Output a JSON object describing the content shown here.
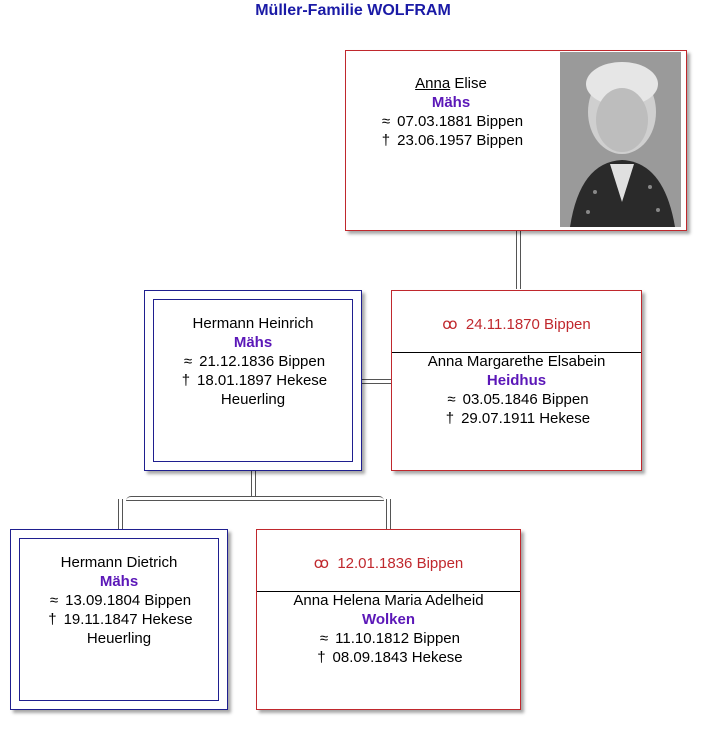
{
  "title": "Müller-Familie WOLFRAM",
  "person_top": {
    "given1": "Anna",
    "given2": "Elise",
    "surname": "Mähs",
    "birth_symbol": "≈",
    "birth": "07.03.1881 Bippen",
    "death_symbol": "†",
    "death": "23.06.1957 Bippen",
    "photo_icon": "portrait-photo"
  },
  "father": {
    "given": "Hermann Heinrich",
    "surname": "Mähs",
    "birth_symbol": "≈",
    "birth": "21.12.1836 Bippen",
    "death_symbol": "†",
    "death": "18.01.1897 Hekese",
    "occupation": "Heuerling"
  },
  "mother": {
    "marriage_symbol": "ꝏ",
    "marriage": "24.11.1870 Bippen",
    "given": "Anna Margarethe Elsabein",
    "surname": "Heidhus",
    "birth_symbol": "≈",
    "birth": "03.05.1846 Bippen",
    "death_symbol": "†",
    "death": "29.07.1911 Hekese"
  },
  "grandfather": {
    "given": "Hermann Dietrich",
    "surname": "Mähs",
    "birth_symbol": "≈",
    "birth": "13.09.1804 Bippen",
    "death_symbol": "†",
    "death": "19.11.1847 Hekese",
    "occupation": "Heuerling"
  },
  "grandmother": {
    "marriage_symbol": "ꝏ",
    "marriage": "12.01.1836 Bippen",
    "given": "Anna Helena Maria Adelheid",
    "surname": "Wolken",
    "birth_symbol": "≈",
    "birth": "11.10.1812 Bippen",
    "death_symbol": "†",
    "death": "08.09.1843 Hekese"
  },
  "colors": {
    "title": "#1a1aa6",
    "surname": "#5b17b8",
    "female_border": "#c0282d",
    "male_border": "#1f1f8f",
    "marriage": "#c0282d"
  }
}
